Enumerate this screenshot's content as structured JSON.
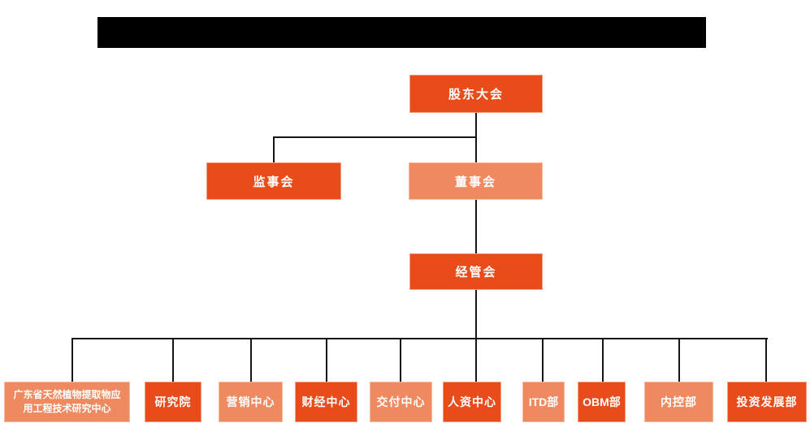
{
  "colors": {
    "primary_box": "#E84C1B",
    "secondary_box": "#EF895F",
    "connector_line": "#161616",
    "box_text": "#FFFFFF",
    "redaction_bar": "#000000",
    "background": "#FFFFFF"
  },
  "org_chart": {
    "root": {
      "label": "股东大会",
      "variant": "primary"
    },
    "level2": [
      {
        "label": "监事会",
        "variant": "primary"
      },
      {
        "label": "董事会",
        "variant": "secondary"
      }
    ],
    "level3": {
      "label": "经管会",
      "variant": "primary"
    },
    "departments": [
      {
        "label": "广东省天然植物提取物应用工程技术研究中心",
        "variant": "secondary"
      },
      {
        "label": "研究院",
        "variant": "primary"
      },
      {
        "label": "营销中心",
        "variant": "secondary"
      },
      {
        "label": "财经中心",
        "variant": "primary"
      },
      {
        "label": "交付中心",
        "variant": "secondary"
      },
      {
        "label": "人资中心",
        "variant": "primary"
      },
      {
        "label": "ITD部",
        "variant": "secondary"
      },
      {
        "label": "OBM部",
        "variant": "primary"
      },
      {
        "label": "内控部",
        "variant": "secondary"
      },
      {
        "label": "投资发展部",
        "variant": "primary"
      }
    ]
  }
}
